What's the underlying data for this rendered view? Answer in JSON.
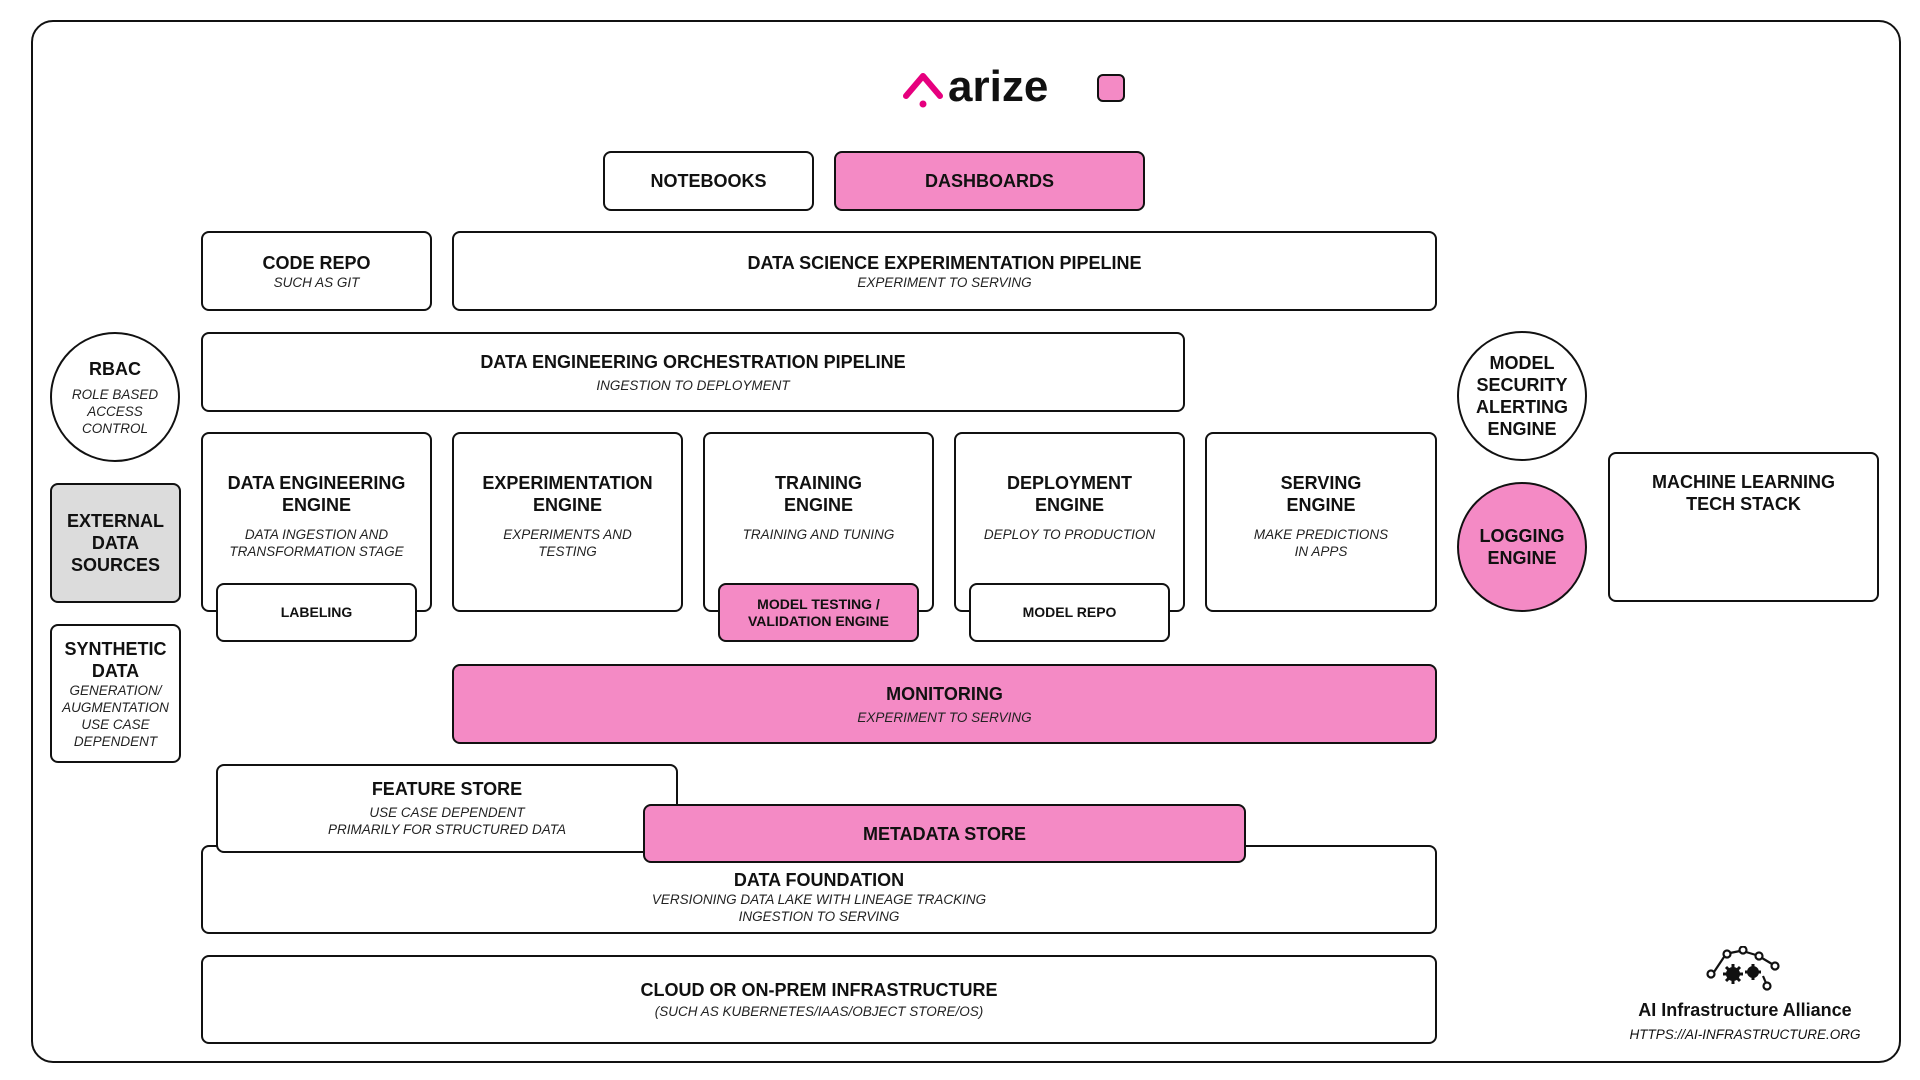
{
  "header": {
    "brand": "arize",
    "brand_color": "#e6007e",
    "highlight_color": "#f48ac5"
  },
  "boxes": {
    "notebooks": {
      "title": "NOTEBOOKS"
    },
    "dashboards": {
      "title": "DASHBOARDS"
    },
    "code_repo": {
      "title": "CODE REPO",
      "sub": "SUCH AS GIT"
    },
    "ds_pipeline": {
      "title": "DATA SCIENCE EXPERIMENTATION PIPELINE",
      "sub": "EXPERIMENT TO SERVING"
    },
    "de_pipeline": {
      "title": "DATA ENGINEERING ORCHESTRATION PIPELINE",
      "sub": "INGESTION TO DEPLOYMENT"
    },
    "rbac": {
      "title": "RBAC",
      "sub": [
        "ROLE BASED",
        "ACCESS",
        "CONTROL"
      ]
    },
    "external": {
      "title": [
        "EXTERNAL",
        "DATA",
        "SOURCES"
      ]
    },
    "synthetic": {
      "title": [
        "SYNTHETIC",
        "DATA"
      ],
      "sub": [
        "GENERATION/",
        "AUGMENTATION",
        "USE CASE",
        "DEPENDENT"
      ]
    },
    "de_engine": {
      "title": [
        "DATA ENGINEERING",
        "ENGINE"
      ],
      "sub": [
        "DATA INGESTION AND",
        "TRANSFORMATION STAGE"
      ]
    },
    "exp_engine": {
      "title": [
        "EXPERIMENTATION",
        "ENGINE"
      ],
      "sub": [
        "EXPERIMENTS AND",
        "TESTING"
      ]
    },
    "training_engine": {
      "title": [
        "TRAINING",
        "ENGINE"
      ],
      "sub": "TRAINING AND TUNING"
    },
    "deploy_engine": {
      "title": [
        "DEPLOYMENT",
        "ENGINE"
      ],
      "sub": "DEPLOY TO PRODUCTION"
    },
    "serving_engine": {
      "title": [
        "SERVING",
        "ENGINE"
      ],
      "sub": [
        "MAKE PREDICTIONS",
        "IN APPS"
      ]
    },
    "labeling": {
      "title": "LABELING"
    },
    "model_testing": {
      "title": [
        "MODEL TESTING /",
        "VALIDATION ENGINE"
      ]
    },
    "model_repo": {
      "title": "MODEL REPO"
    },
    "monitoring": {
      "title": "MONITORING",
      "sub": "EXPERIMENT TO SERVING"
    },
    "feature_store": {
      "title": "FEATURE STORE",
      "sub": [
        "USE CASE DEPENDENT",
        "PRIMARILY FOR STRUCTURED DATA"
      ]
    },
    "metadata_store": {
      "title": "METADATA STORE"
    },
    "data_foundation": {
      "title": "DATA FOUNDATION",
      "sub": [
        "VERSIONING DATA LAKE WITH LINEAGE TRACKING",
        "INGESTION TO SERVING"
      ]
    },
    "infra": {
      "title": "CLOUD OR ON-PREM INFRASTRUCTURE",
      "sub": "(SUCH AS KUBERNETES/IAAS/OBJECT STORE/OS)"
    },
    "model_security": {
      "title": [
        "MODEL",
        "SECURITY",
        "ALERTING",
        "ENGINE"
      ]
    },
    "logging_engine": {
      "title": [
        "LOGGING",
        "ENGINE"
      ]
    },
    "ml_stack": {
      "title": [
        "MACHINE LEARNING",
        "TECH STACK"
      ]
    }
  },
  "footer": {
    "org": "AI Infrastructure Alliance",
    "url": "HTTPS://AI-INFRASTRUCTURE.ORG"
  }
}
